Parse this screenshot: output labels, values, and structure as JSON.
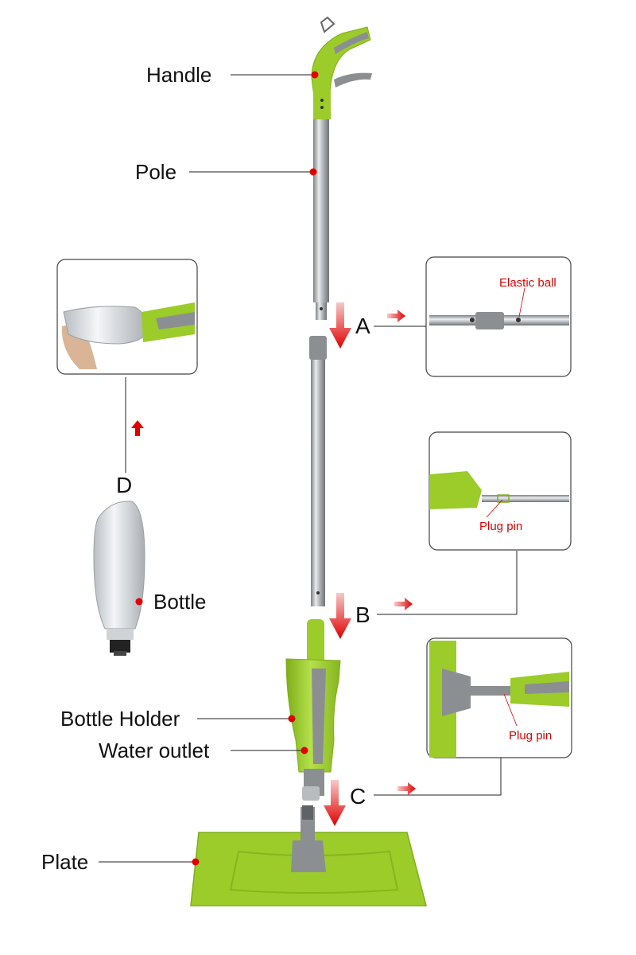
{
  "labels": {
    "handle": "Handle",
    "pole": "Pole",
    "bottle": "Bottle",
    "bottle_holder": "Bottle Holder",
    "water_outlet": "Water outlet",
    "plate": "Plate"
  },
  "steps": {
    "a": "A",
    "b": "B",
    "c": "C",
    "d": "D"
  },
  "callouts": {
    "elastic_ball": "Elastic ball",
    "plug_pin_b": "Plug pin",
    "plug_pin_c": "Plug pin"
  },
  "colors": {
    "lime": "#9bcc2a",
    "lime_dark": "#7fae1a",
    "gray": "#8c8f92",
    "steel": "#b9bcbf",
    "red": "#e00000",
    "leader": "#222222"
  }
}
